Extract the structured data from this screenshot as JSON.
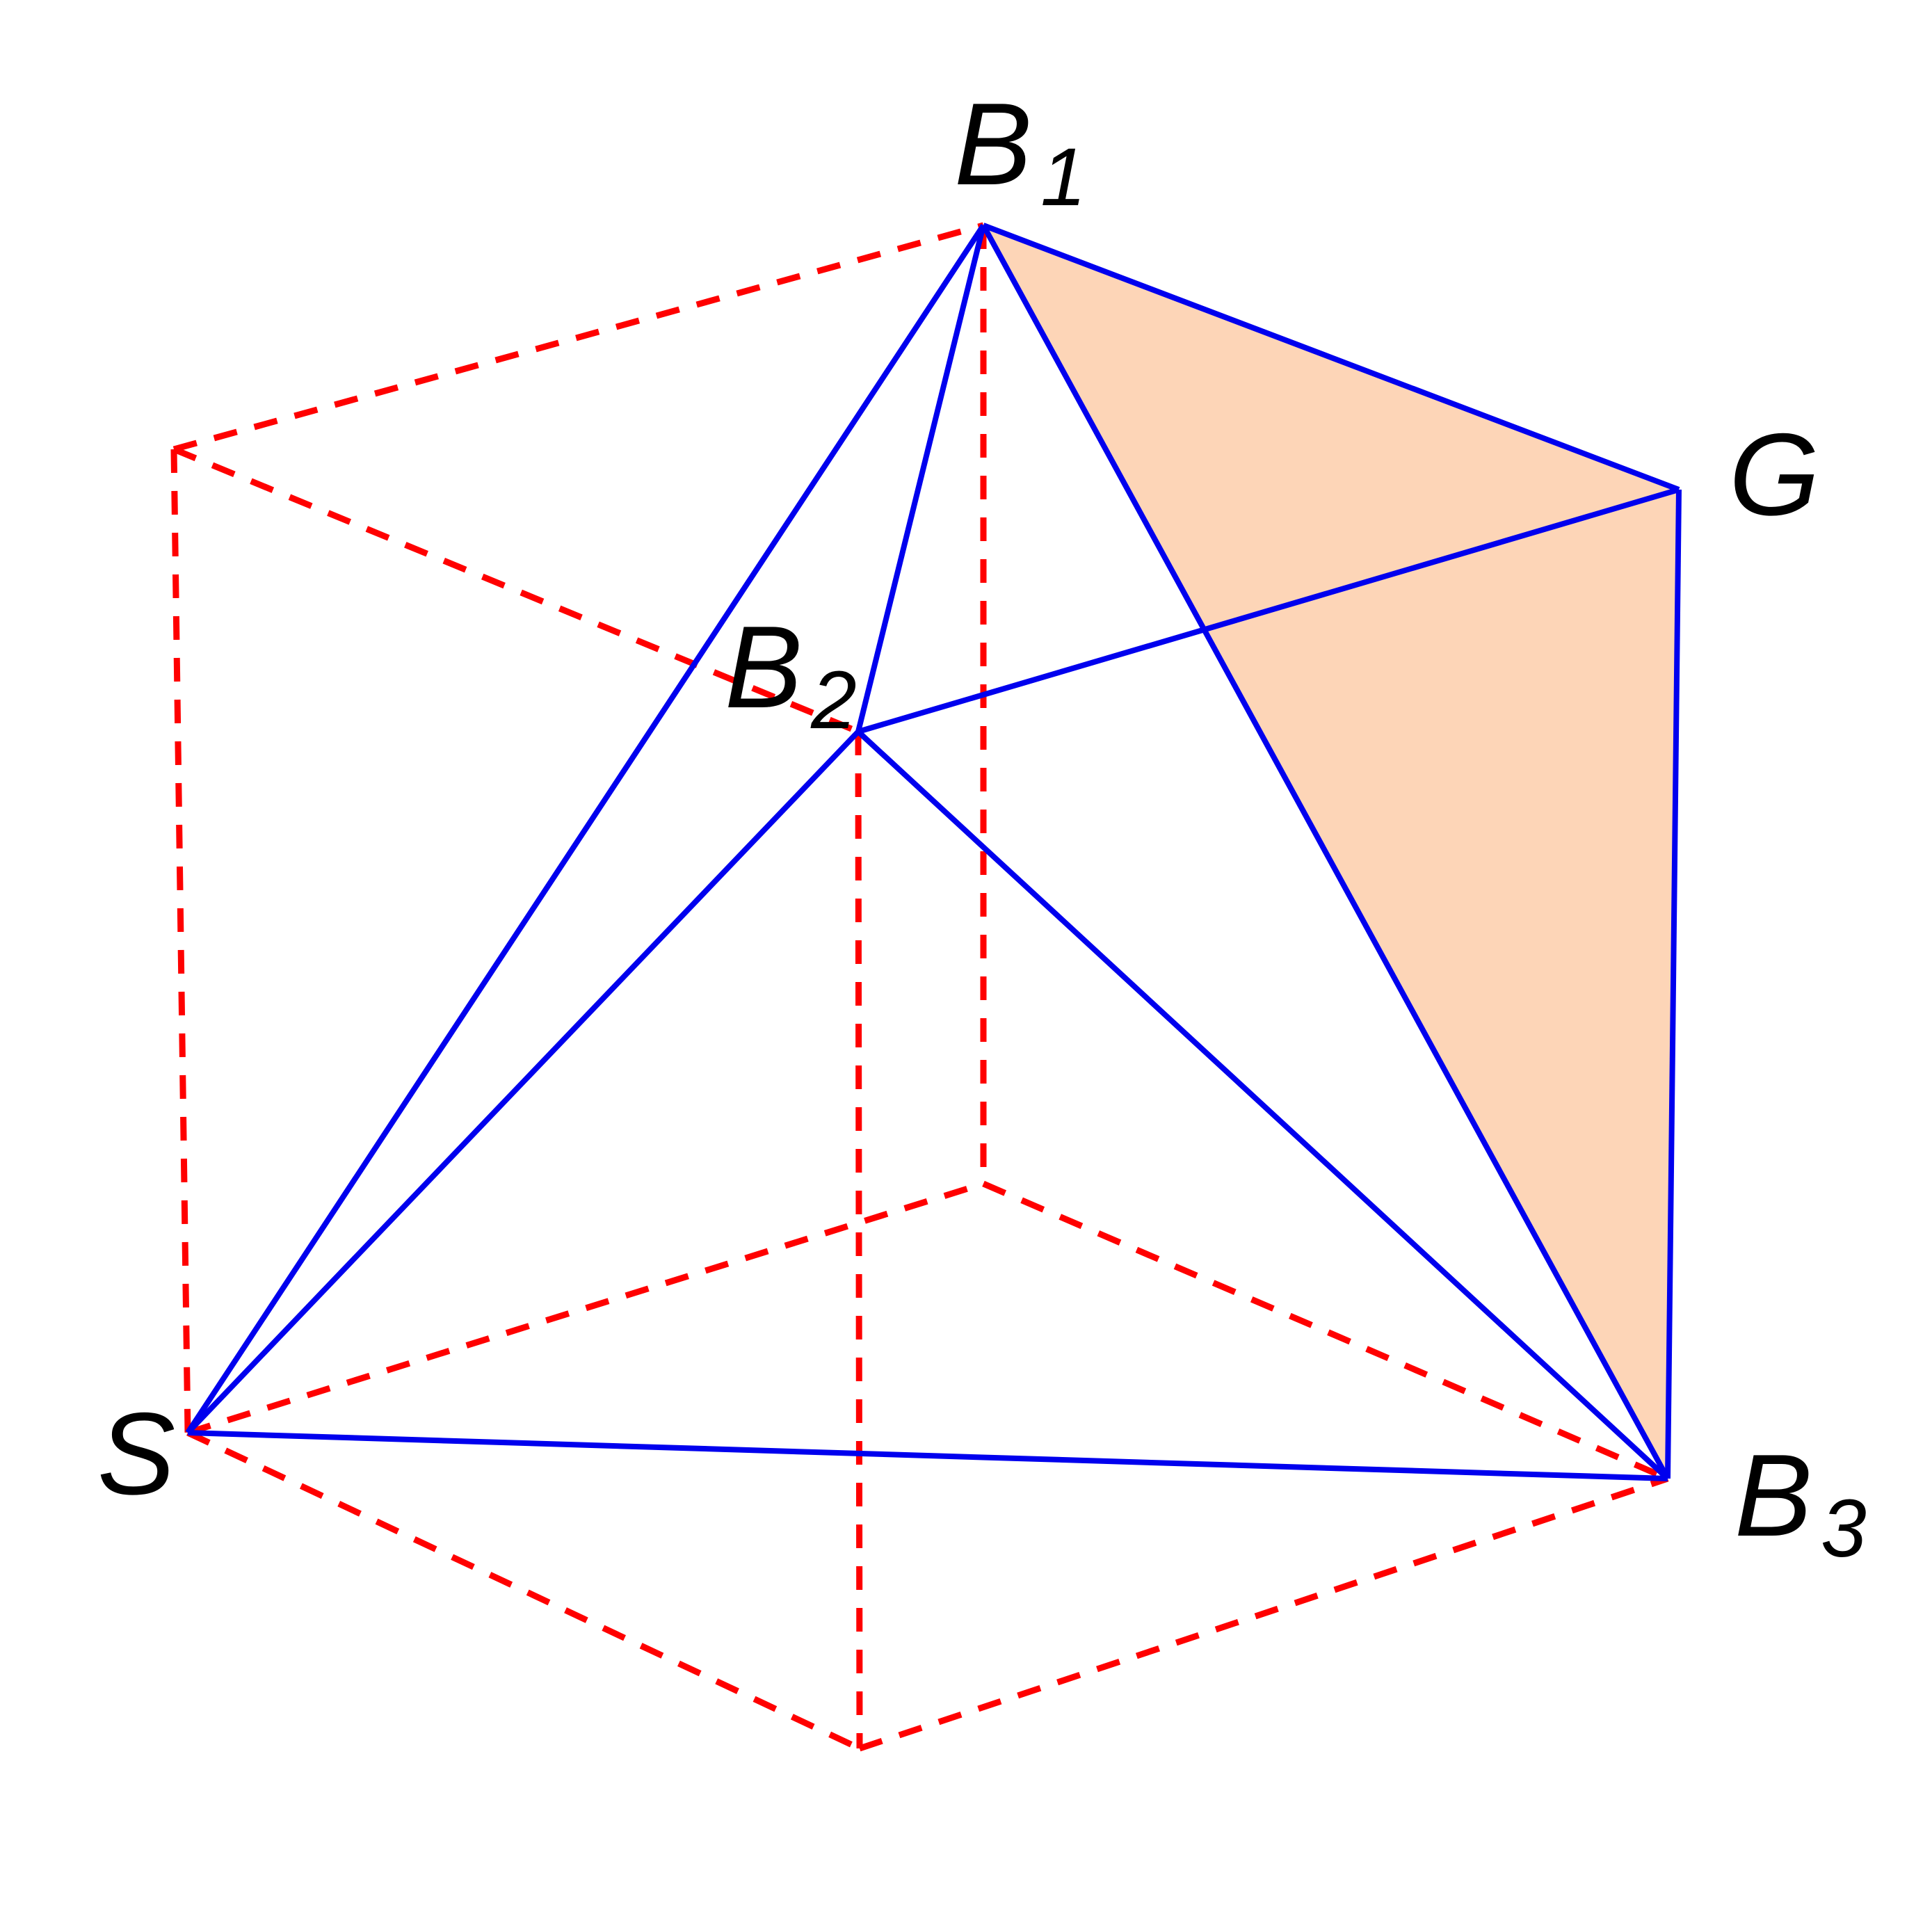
{
  "labels": {
    "B1": {
      "letter": "B",
      "subscript": "1"
    },
    "B2": {
      "letter": "B",
      "subscript": "2"
    },
    "B3": {
      "letter": "B",
      "subscript": "3"
    },
    "G": {
      "letter": "G"
    },
    "S": {
      "letter": "S"
    }
  },
  "colors": {
    "cube_edges": "#ff0000",
    "tetra_edges": "#0000ee",
    "shaded_face": "#fdd5b7"
  }
}
